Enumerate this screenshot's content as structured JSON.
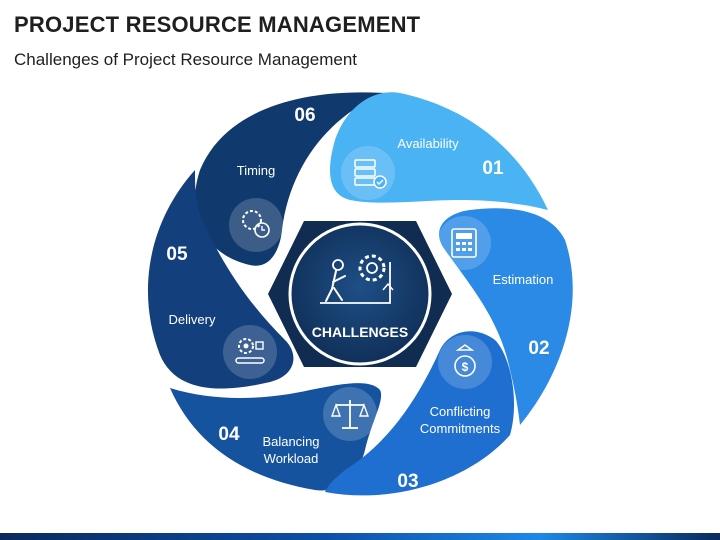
{
  "header": {
    "title": "PROJECT RESOURCE MANAGEMENT",
    "subtitle": "Challenges of Project Resource Management"
  },
  "center": {
    "label": "CHALLENGES",
    "icon": "person-pushing-gear-icon"
  },
  "items": [
    {
      "number": "01",
      "label": "Availability",
      "icon": "server-check-icon",
      "color": "#4ab3f4"
    },
    {
      "number": "02",
      "label": "Estimation",
      "icon": "calculator-icon",
      "color": "#2b8ae6"
    },
    {
      "number": "03",
      "label_line1": "Conflicting",
      "label_line2": "Commitments",
      "icon": "money-bag-icon",
      "color": "#1f6fd1"
    },
    {
      "number": "04",
      "label_line1": "Balancing",
      "label_line2": "Workload",
      "icon": "scales-icon",
      "color": "#15539f"
    },
    {
      "number": "05",
      "label": "Delivery",
      "icon": "conveyor-gear-icon",
      "color": "#133f7c"
    },
    {
      "number": "06",
      "label": "Timing",
      "icon": "gear-clock-icon",
      "color": "#103a6d"
    }
  ]
}
